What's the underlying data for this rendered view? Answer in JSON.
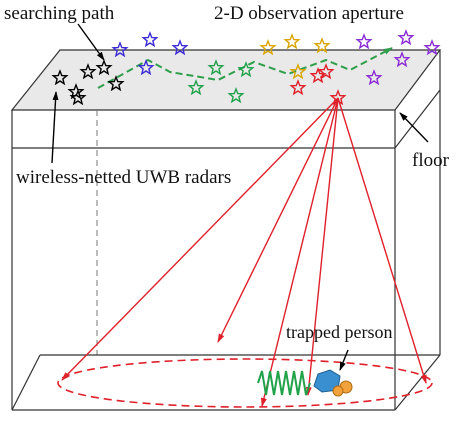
{
  "labels": {
    "searching_path": "searching path",
    "aperture": "2-D observation aperture",
    "radars": "wireless-netted UWB radars",
    "floor": "floor",
    "trapped_person": "trapped person"
  },
  "colors": {
    "ceiling_fill": "#e9e9e9",
    "box_stroke": "#333333",
    "path": "#2e9e4a",
    "ray": "#e0202a",
    "ellipse": "#e0202a",
    "spring": "#1fa24a",
    "rubble": "#3a8fd0",
    "head": "#f2a23a",
    "pointer": "#000000"
  },
  "stars": [
    {
      "color": "#000000"
    },
    {
      "color": "#000000"
    },
    {
      "color": "#000000"
    },
    {
      "color": "#000000"
    },
    {
      "color": "#000000"
    },
    {
      "color": "#000000"
    },
    {
      "color": "#3a2bd6"
    },
    {
      "color": "#3a2bd6"
    },
    {
      "color": "#3a2bd6"
    },
    {
      "color": "#3a2bd6"
    },
    {
      "color": "#1fa24a"
    },
    {
      "color": "#1fa24a"
    },
    {
      "color": "#1fa24a"
    },
    {
      "color": "#1fa24a"
    },
    {
      "color": "#e0202a"
    },
    {
      "color": "#e0202a"
    },
    {
      "color": "#e0202a"
    },
    {
      "color": "#e0202a"
    },
    {
      "color": "#d9a400"
    },
    {
      "color": "#d9a400"
    },
    {
      "color": "#d9a400"
    },
    {
      "color": "#d9a400"
    },
    {
      "color": "#8a2bd6"
    },
    {
      "color": "#8a2bd6"
    },
    {
      "color": "#8a2bd6"
    },
    {
      "color": "#8a2bd6"
    },
    {
      "color": "#8a2bd6"
    }
  ]
}
